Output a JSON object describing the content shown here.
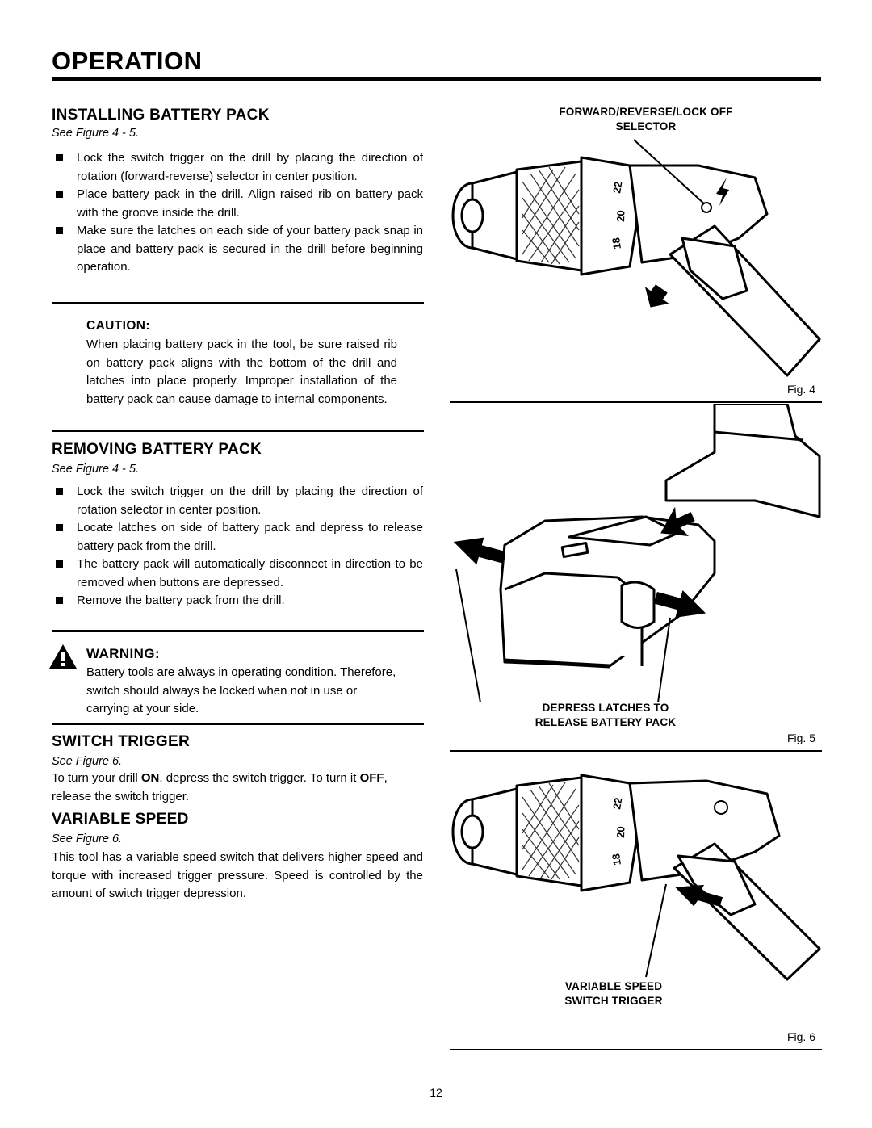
{
  "page": {
    "title": "OPERATION",
    "page_number": "12"
  },
  "installing": {
    "heading": "INSTALLING BATTERY PACK",
    "see": "See Figure 4 - 5.",
    "bullets": [
      "Lock the switch trigger on the drill by placing the direction of rotation (forward-reverse) selector in center position.",
      "Place battery pack in the drill. Align raised rib on battery pack with the groove inside the drill.",
      "Make sure the latches on each side of your battery pack snap in place and battery pack is secured in the drill before beginning operation."
    ]
  },
  "caution": {
    "title": "CAUTION:",
    "text": "When placing battery pack in the tool, be sure raised rib on battery pack aligns with the bottom of the drill and latches into place properly. Improper installation of the battery pack can cause damage to internal components."
  },
  "removing": {
    "heading": "REMOVING BATTERY PACK",
    "see": "See Figure 4 - 5.",
    "bullets": [
      "Lock the switch trigger on the drill by placing the direction of rotation selector in center position.",
      "Locate latches on side of battery pack and depress to release battery pack from the drill.",
      "The battery pack will automatically disconnect in direction to be removed when buttons are depressed.",
      "Remove the battery pack from the drill."
    ]
  },
  "warning": {
    "title": "WARNING:",
    "text": "Battery tools are always in operating condition. Therefore, switch should always be locked when not in use or carrying at your side."
  },
  "switch_trigger": {
    "heading": "SWITCH TRIGGER",
    "see": "See Figure 6.",
    "text_a": "To turn your drill ",
    "text_on": "ON",
    "text_b": ", depress the switch trigger. To turn it ",
    "text_off": "OFF",
    "text_c": ", release the switch trigger."
  },
  "variable_speed": {
    "heading": "VARIABLE SPEED",
    "see": "See Figure 6.",
    "text": "This tool has a variable speed switch that delivers higher speed and torque with increased trigger pressure. Speed is controlled by the amount of switch trigger depression."
  },
  "figures": {
    "fig4": {
      "label": "Fig. 4",
      "callout_line1": "FORWARD/REVERSE/LOCK OFF",
      "callout_line2": "SELECTOR",
      "clutch_numbers": [
        "22",
        "20",
        "18"
      ]
    },
    "fig5": {
      "label": "Fig. 5",
      "callout_line1": "DEPRESS LATCHES TO",
      "callout_line2": "RELEASE BATTERY PACK"
    },
    "fig6": {
      "label": "Fig. 6",
      "callout_line1": "VARIABLE SPEED",
      "callout_line2": "SWITCH TRIGGER",
      "clutch_numbers": [
        "22",
        "20",
        "18"
      ]
    }
  }
}
